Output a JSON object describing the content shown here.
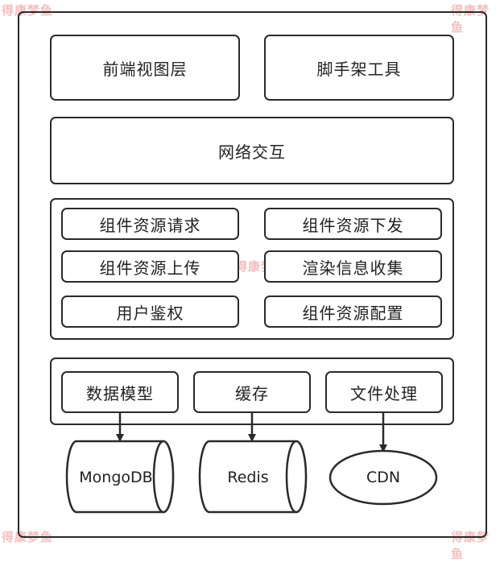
{
  "watermark": "得康梦鱼",
  "top_left": "前端视图层",
  "top_right": "脚手架工具",
  "network": "网络交互",
  "services": [
    "组件资源请求",
    "组件资源下发",
    "组件资源上传",
    "渲染信息收集",
    "用户鉴权",
    "组件资源配置"
  ],
  "storage": [
    "数据模型",
    "缓存",
    "文件处理"
  ],
  "targets": {
    "mongodb": "MongoDB",
    "redis": "Redis",
    "cdn": "CDN"
  }
}
